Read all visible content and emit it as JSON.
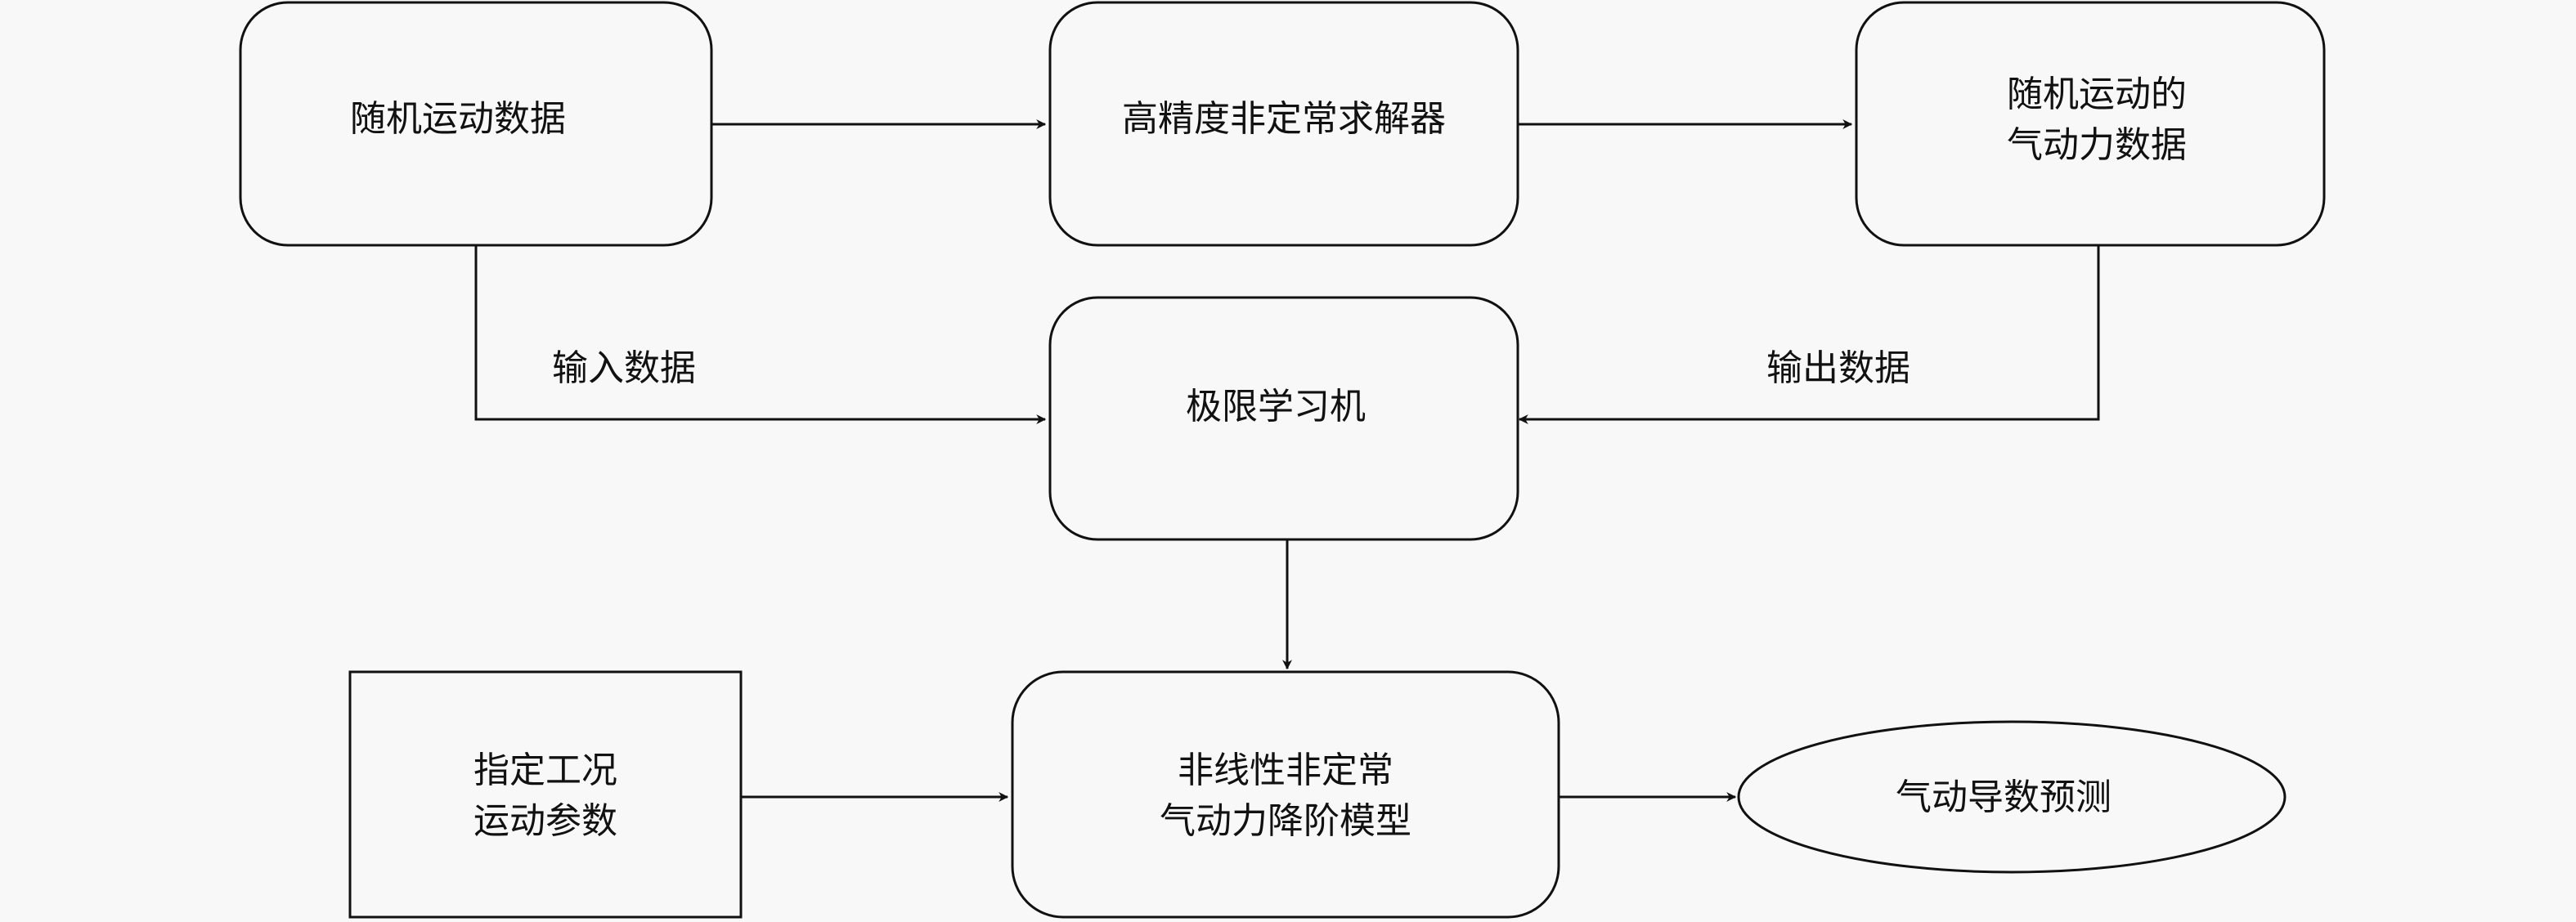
{
  "diagram": {
    "nodes": {
      "random_motion_data": {
        "lines": [
          "随机运动数据"
        ],
        "shape": "rounded-rect"
      },
      "high_precision_solver": {
        "lines": [
          "高精度非定常求解器"
        ],
        "shape": "rounded-rect"
      },
      "aero_data": {
        "lines": [
          "随机运动的",
          "气动力数据"
        ],
        "shape": "rounded-rect"
      },
      "elm": {
        "lines": [
          "极限学习机"
        ],
        "shape": "rounded-rect"
      },
      "condition_params": {
        "lines": [
          "指定工况",
          "运动参数"
        ],
        "shape": "rect"
      },
      "rom": {
        "lines": [
          "非线性非定常",
          "气动力降阶模型"
        ],
        "shape": "rounded-rect"
      },
      "derivative_prediction": {
        "lines": [
          "气动导数预测"
        ],
        "shape": "ellipse"
      }
    },
    "edges": [
      {
        "from": "random_motion_data",
        "to": "high_precision_solver",
        "label": ""
      },
      {
        "from": "high_precision_solver",
        "to": "aero_data",
        "label": ""
      },
      {
        "from": "random_motion_data",
        "to": "elm",
        "label": "输入数据"
      },
      {
        "from": "aero_data",
        "to": "elm",
        "label": "输出数据"
      },
      {
        "from": "elm",
        "to": "rom",
        "label": ""
      },
      {
        "from": "condition_params",
        "to": "rom",
        "label": ""
      },
      {
        "from": "rom",
        "to": "derivative_prediction",
        "label": ""
      }
    ],
    "colors": {
      "stroke": "#111111",
      "background": "#f8f8f8"
    }
  }
}
